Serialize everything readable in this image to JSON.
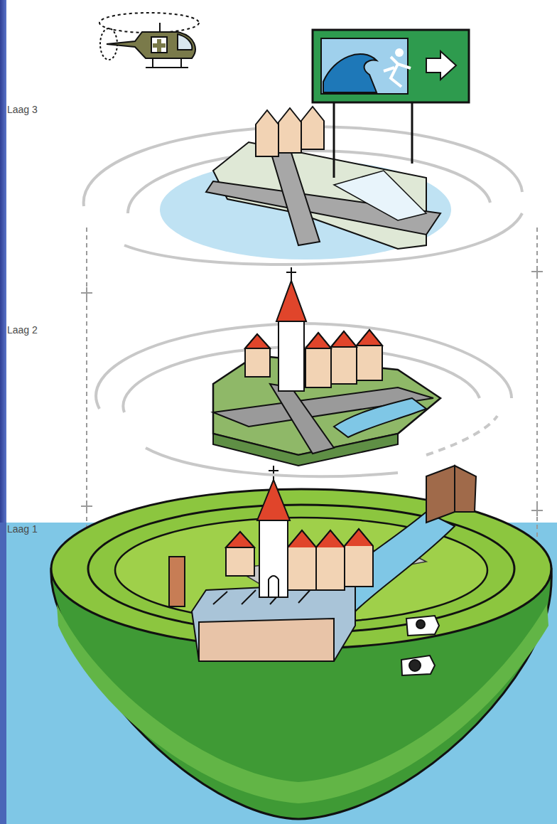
{
  "diagram": {
    "labels": [
      "Laag 3",
      "Laag 2",
      "Laag 1"
    ]
  }
}
